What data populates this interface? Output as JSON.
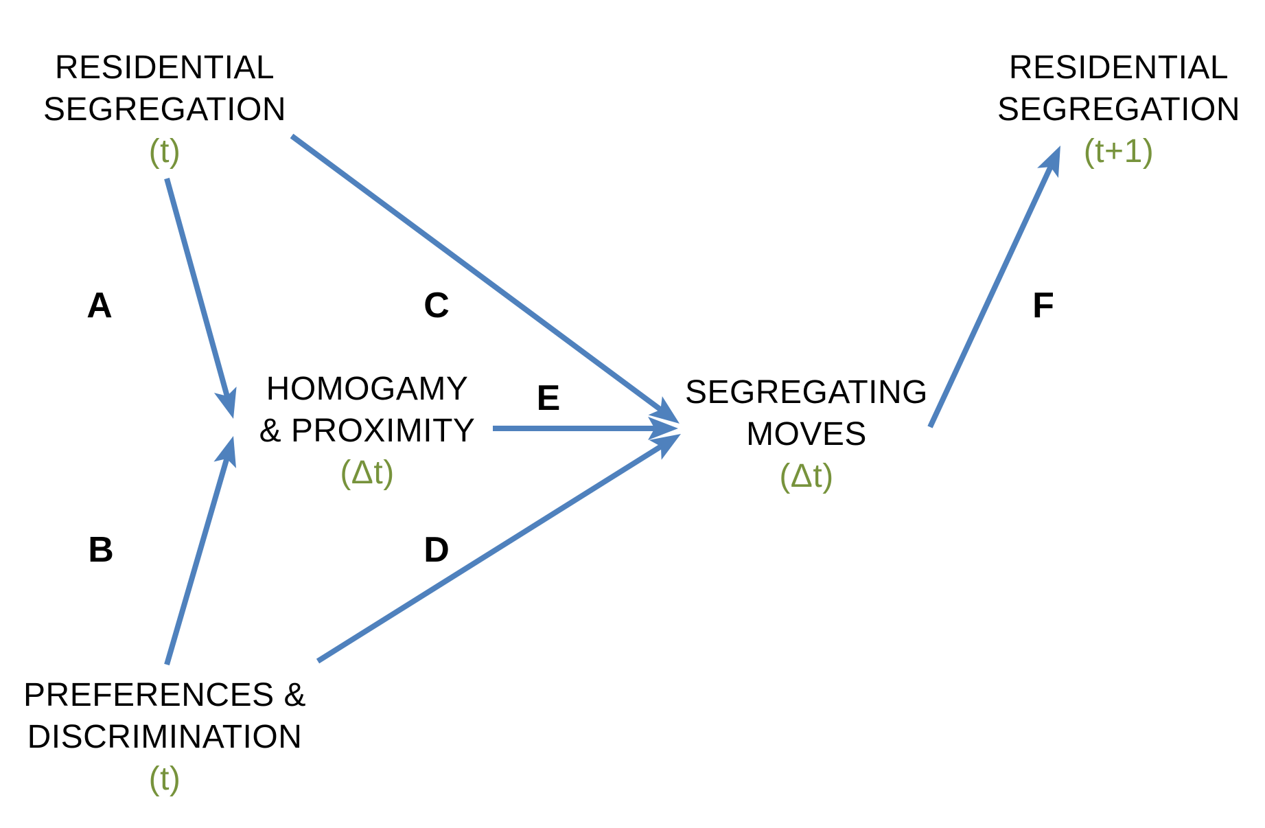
{
  "nodes": {
    "seg_t": {
      "lines": [
        "RESIDENTIAL",
        "SEGREGATION"
      ],
      "time": "(t)"
    },
    "seg_t1": {
      "lines": [
        "RESIDENTIAL",
        "SEGREGATION"
      ],
      "time": "(t+1)"
    },
    "homogamy": {
      "lines": [
        "HOMOGAMY",
        "& PROXIMITY"
      ],
      "time": "(Δt)"
    },
    "moves": {
      "lines": [
        "SEGREGATING",
        "MOVES"
      ],
      "time": "(Δt)"
    },
    "prefs": {
      "lines": [
        "PREFERENCES &",
        "DISCRIMINATION"
      ],
      "time": "(t)"
    }
  },
  "edges": {
    "A": {
      "label": "A",
      "from": "seg_t",
      "to": "homogamy"
    },
    "B": {
      "label": "B",
      "from": "prefs",
      "to": "homogamy"
    },
    "C": {
      "label": "C",
      "from": "seg_t",
      "to": "moves"
    },
    "D": {
      "label": "D",
      "from": "prefs",
      "to": "moves"
    },
    "E": {
      "label": "E",
      "from": "homogamy",
      "to": "moves"
    },
    "F": {
      "label": "F",
      "from": "moves",
      "to": "seg_t1"
    }
  },
  "colors": {
    "arrow": "#4f81bd",
    "time_label": "#77933c",
    "text": "#000000"
  }
}
